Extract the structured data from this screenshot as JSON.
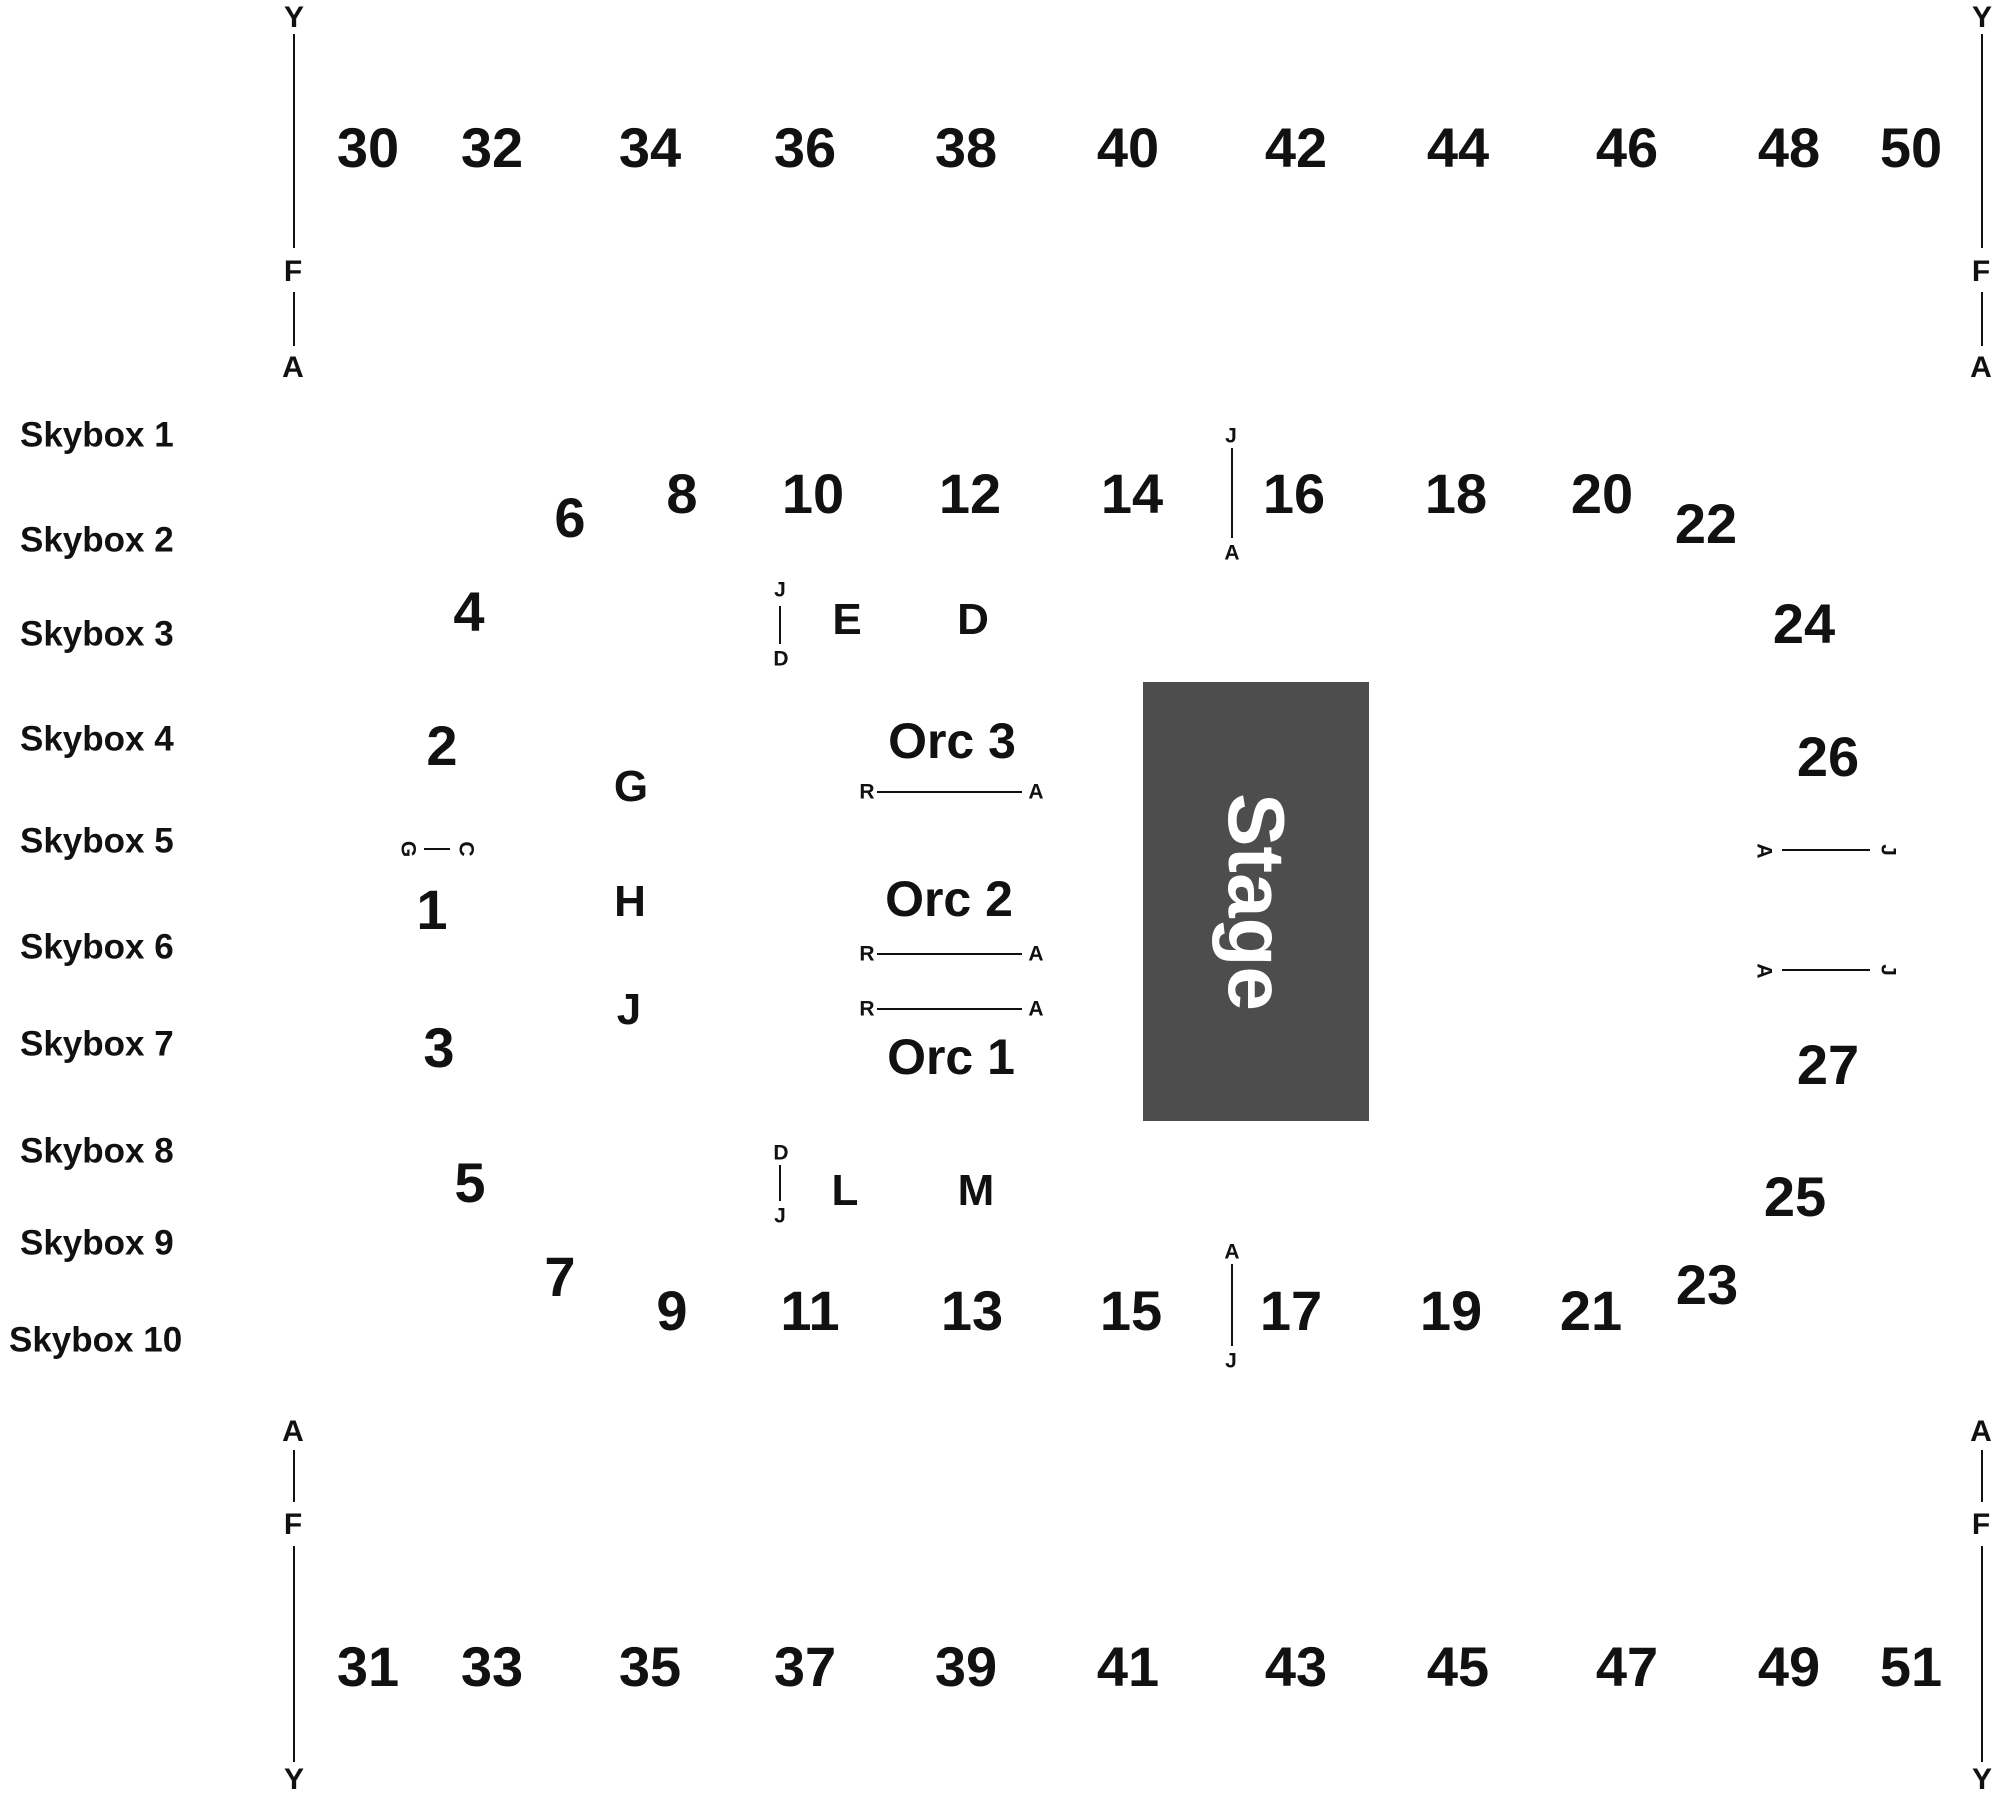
{
  "stage": {
    "label": "Stage",
    "color": "#4d4d4d"
  },
  "sections": {
    "upper_top": [
      "30",
      "32",
      "34",
      "36",
      "38",
      "40",
      "42",
      "44",
      "46",
      "48",
      "50"
    ],
    "upper_bottom": [
      "31",
      "33",
      "35",
      "37",
      "39",
      "41",
      "43",
      "45",
      "47",
      "49",
      "51"
    ],
    "lower_top": [
      "6",
      "8",
      "10",
      "12",
      "14",
      "16",
      "18",
      "20",
      "22"
    ],
    "lower_left": [
      "4",
      "2",
      "1",
      "3",
      "5"
    ],
    "lower_bottom": [
      "7",
      "9",
      "11",
      "13",
      "15",
      "17",
      "19",
      "21",
      "23"
    ],
    "lower_right": [
      "24",
      "26",
      "27",
      "25"
    ]
  },
  "floor": {
    "orchestra": [
      "Orc 3",
      "Orc 2",
      "Orc 1"
    ],
    "left_letters": [
      "G",
      "H",
      "J"
    ],
    "top_letters": [
      "E",
      "D"
    ],
    "bottom_letters": [
      "L",
      "M"
    ]
  },
  "skyboxes": [
    "Skybox 1",
    "Skybox 2",
    "Skybox 3",
    "Skybox 4",
    "Skybox 5",
    "Skybox 6",
    "Skybox 7",
    "Skybox 8",
    "Skybox 9",
    "Skybox 10"
  ],
  "row_markers": {
    "upper": [
      "Y",
      "F",
      "A"
    ],
    "lower_top_aisle": [
      "J",
      "A"
    ],
    "lower_bottom_aisle": [
      "A",
      "J"
    ],
    "left_aisle": [
      "G",
      "C"
    ],
    "right_aisle": [
      "A",
      "J"
    ],
    "e_aisle": [
      "J",
      "D"
    ],
    "l_aisle": [
      "D",
      "J"
    ],
    "orchestra": [
      "R",
      "A"
    ]
  },
  "colors": {
    "ink": "#111111",
    "stage": "#4d4d4d",
    "background": "#ffffff"
  }
}
